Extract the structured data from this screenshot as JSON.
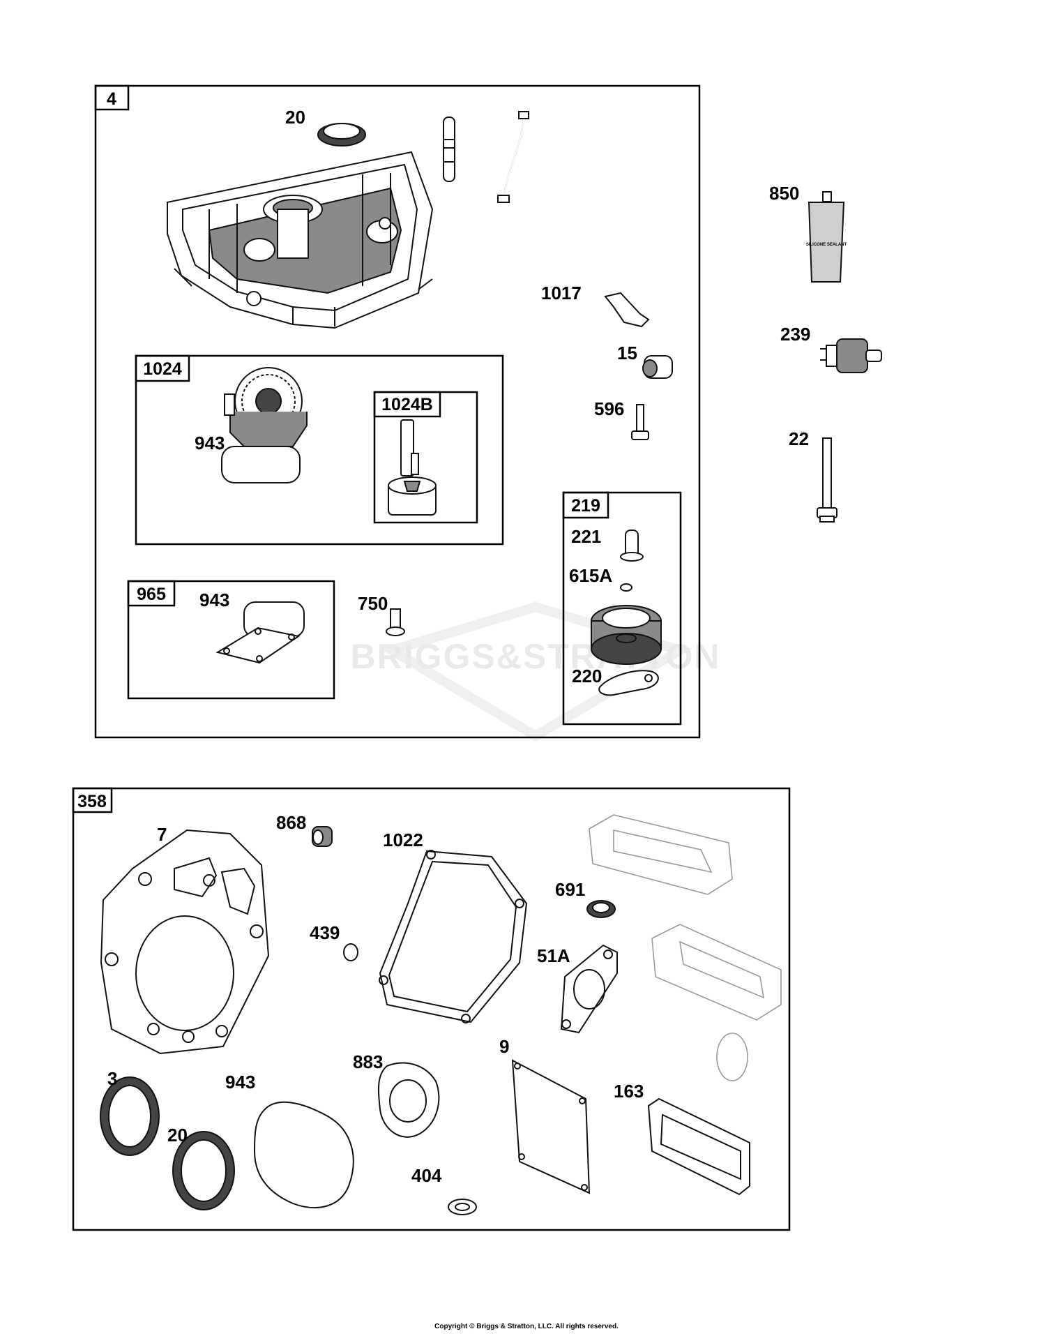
{
  "group_labels": {
    "main": "4",
    "oil_pump": "1024",
    "rotor": "1024B",
    "cover_kit": "965",
    "governor": "219",
    "gasket_set": "358"
  },
  "part_labels": {
    "p20_top": "20",
    "p850": "850",
    "p1017": "1017",
    "p239": "239",
    "p15": "15",
    "p596": "596",
    "p22": "22",
    "p943_pump": "943",
    "p221": "221",
    "p615a": "615A",
    "p943_cover": "943",
    "p750": "750",
    "p220": "220",
    "p7": "7",
    "p868": "868",
    "p1022": "1022",
    "p691": "691",
    "p439": "439",
    "p51a": "51A",
    "p9": "9",
    "p883": "883",
    "p3": "3",
    "p943_gasket": "943",
    "p163": "163",
    "p20_bottom": "20",
    "p404": "404"
  },
  "tube_text": "SILICONE SEALANT",
  "watermark": "BRIGGS&STRATTON",
  "copyright": "Copyright © Briggs & Stratton, LLC. All rights reserved."
}
